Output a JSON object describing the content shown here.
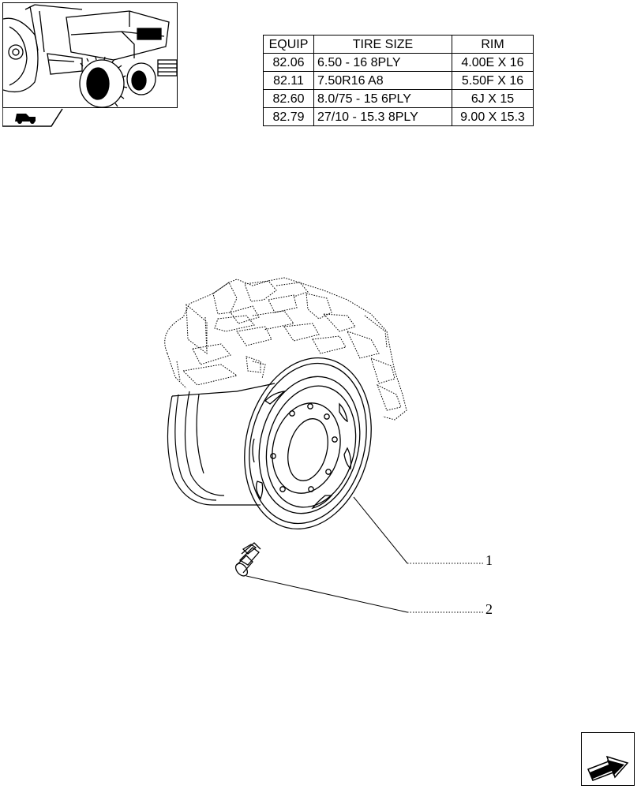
{
  "table": {
    "headers": [
      "EQUIP",
      "TIRE SIZE",
      "RIM"
    ],
    "rows": [
      [
        "82.06",
        "6.50 - 16 8PLY",
        "4.00E X 16"
      ],
      [
        "82.11",
        "7.50R16 A8",
        "5.50F X 16"
      ],
      [
        "82.60",
        "8.0/75 - 15 6PLY",
        "6J X 15"
      ],
      [
        "82.79",
        "27/10 - 15.3 8PLY",
        "9.00 X 15.3"
      ]
    ]
  },
  "callouts": [
    "1",
    "2"
  ],
  "icons": {
    "thumbnail": "tractor-thumbnail-icon",
    "tab": "tractor-tab-icon",
    "nav": "next-page-arrow-icon"
  }
}
